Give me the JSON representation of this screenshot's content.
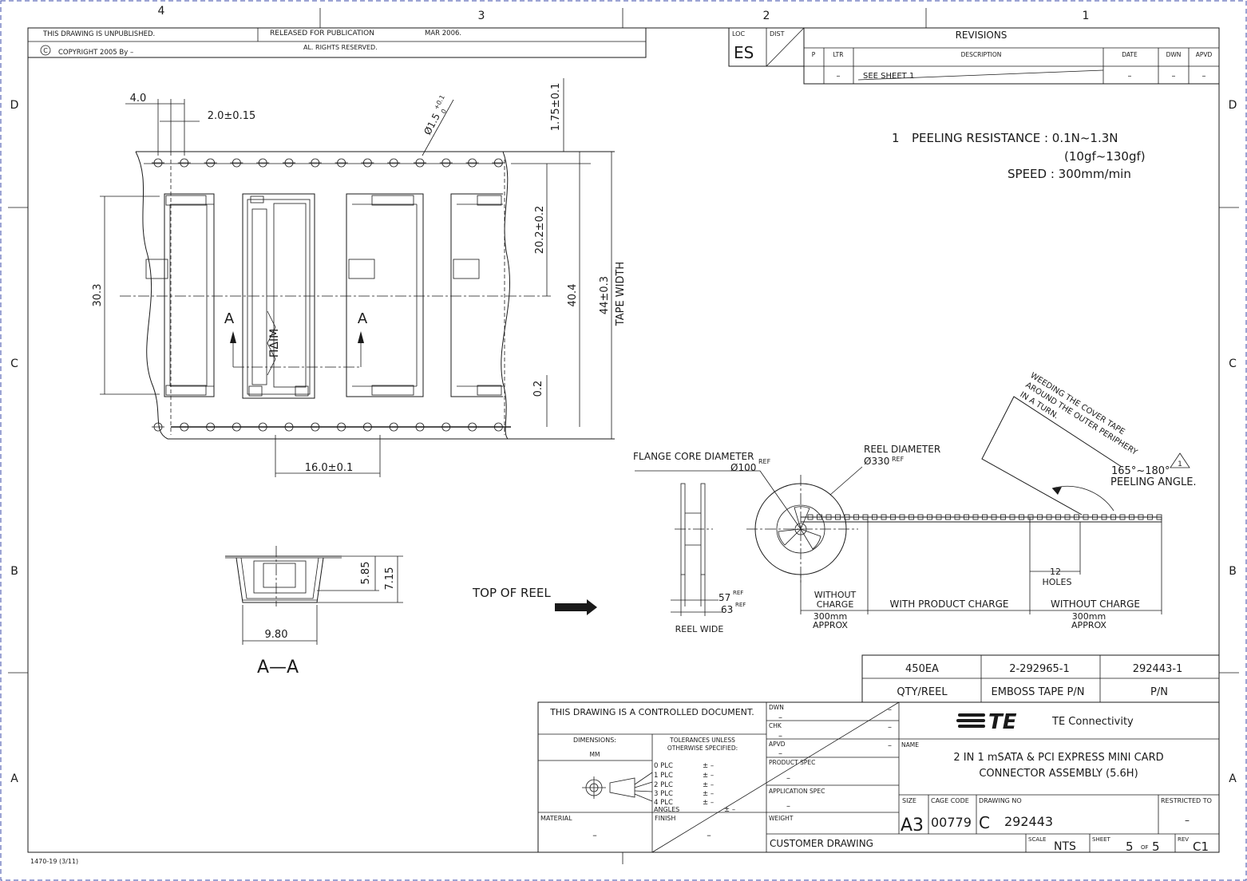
{
  "zones": {
    "columns": [
      "4",
      "3",
      "2",
      "1"
    ],
    "rows": [
      "D",
      "C",
      "B",
      "A"
    ]
  },
  "header": {
    "unpublished": "THIS DRAWING IS UNPUBLISHED.",
    "copyright": "COPYRIGHT  2005  By –",
    "released": "RELEASED FOR PUBLICATION",
    "release_date": "MAR  2006.",
    "rights": "AL. RIGHTS RESERVED.",
    "loc_label": "LOC",
    "loc_value": "ES",
    "dist_label": "DIST"
  },
  "revisions": {
    "title": "REVISIONS",
    "columns": [
      "P",
      "LTR",
      "DESCRIPTION",
      "DATE",
      "DWN",
      "APVD"
    ],
    "row": {
      "ltr": "–",
      "description": "SEE SHEET 1",
      "date": "–",
      "dwn": "–",
      "apvd": "–"
    }
  },
  "notes": {
    "note1_num": "1",
    "note1_text": "PEELING RESISTANCE : 0.1N~1.3N",
    "note1_sub": "(10gf~130gf)",
    "note1_speed": "SPEED : 300mm/min"
  },
  "tape_dims": {
    "pitch_hole": "4.0",
    "half_pitch": "2.0±0.15",
    "hole_dia": "Ø1.5",
    "hole_tol_plus": "+0.1",
    "hole_tol_minus": "0",
    "edge_offset": "1.75±0.1",
    "center_offset": "20.2±0.2",
    "pocket_width": "40.4",
    "tape_width": "44±0.3",
    "tape_width_label": "TAPE WIDTH",
    "cavity_length": "30.3",
    "thickness": "0.2",
    "pocket_pitch": "16.0±0.1",
    "section_mark": "A"
  },
  "section": {
    "height_inner": "5.85",
    "height_outer": "7.15",
    "width": "9.80",
    "title": "A—A"
  },
  "reel": {
    "top_of_reel": "TOP OF REEL",
    "flange_core_label": "FLANGE CORE DIAMETER",
    "ref": "REF",
    "flange_core_value": "Ø100",
    "reel_diameter_label": "REEL DIAMETER",
    "reel_diameter_value": "Ø330",
    "width_57": "57",
    "width_63": "63",
    "reel_wide": "REEL WIDE",
    "weeding_line1": "WEEDING THE COVER TAPE",
    "weeding_line2": "AROUND THE OUTER PERIPHERY",
    "weeding_line3": "IN A TURN.",
    "peel_angle_value": "165°~180°",
    "peel_angle_label": "PEELING ANGLE.",
    "note_flag": "1",
    "holes_count": "12",
    "holes_label": "HOLES",
    "without_charge_left_1": "WITHOUT",
    "without_charge_left_2": "CHARGE",
    "with_product": "WITH PRODUCT CHARGE",
    "without_charge_right": "WITHOUT CHARGE",
    "approx_len": "300mm",
    "approx_label": "APPROX"
  },
  "pn_table": {
    "qty": "450EA",
    "emboss_pn": "2-292965-1",
    "pn": "292443-1",
    "qty_label": "QTY/REEL",
    "emboss_label": "EMBOSS TAPE P/N",
    "pn_label": "P/N"
  },
  "title_block": {
    "controlled": "THIS DRAWING IS A CONTROLLED DOCUMENT.",
    "dimensions_label": "DIMENSIONS:",
    "dimensions_unit": "MM",
    "tolerances_1": "TOLERANCES UNLESS",
    "tolerances_2": "OTHERWISE SPECIFIED:",
    "plc": [
      "0 PLC",
      "1 PLC",
      "2 PLC",
      "3 PLC",
      "4 PLC"
    ],
    "plc_value": "± –",
    "angles": "ANGLES",
    "angles_value": "± –",
    "material_label": "MATERIAL",
    "material_value": "–",
    "finish_label": "FINISH",
    "finish_value": "–",
    "dwn": "DWN",
    "chk": "CHK",
    "apvd": "APVD",
    "product_spec": "PRODUCT SPEC",
    "application_spec": "APPLICATION SPEC",
    "weight": "WEIGHT",
    "dash": "–",
    "brand": "TE",
    "company": "TE Connectivity",
    "name_label": "NAME",
    "name_line1": "2 IN 1 mSATA & PCI EXPRESS MINI CARD",
    "name_line2": "CONNECTOR ASSEMBLY (5.6H)",
    "size_label": "SIZE",
    "size": "A3",
    "cage_label": "CAGE CODE",
    "cage": "00779",
    "drawing_no_label": "DRAWING NO",
    "drawing_prefix": "C",
    "drawing_no": "292443",
    "restricted_label": "RESTRICTED TO",
    "restricted": "–",
    "customer_drawing": "CUSTOMER DRAWING",
    "scale_label": "SCALE",
    "scale": "NTS",
    "sheet_label": "SHEET",
    "sheet": "5",
    "sheet_of": "OF",
    "sheet_total": "5",
    "rev_label": "REV",
    "rev": "C1"
  },
  "form_id": "1470-19 (3/11)"
}
